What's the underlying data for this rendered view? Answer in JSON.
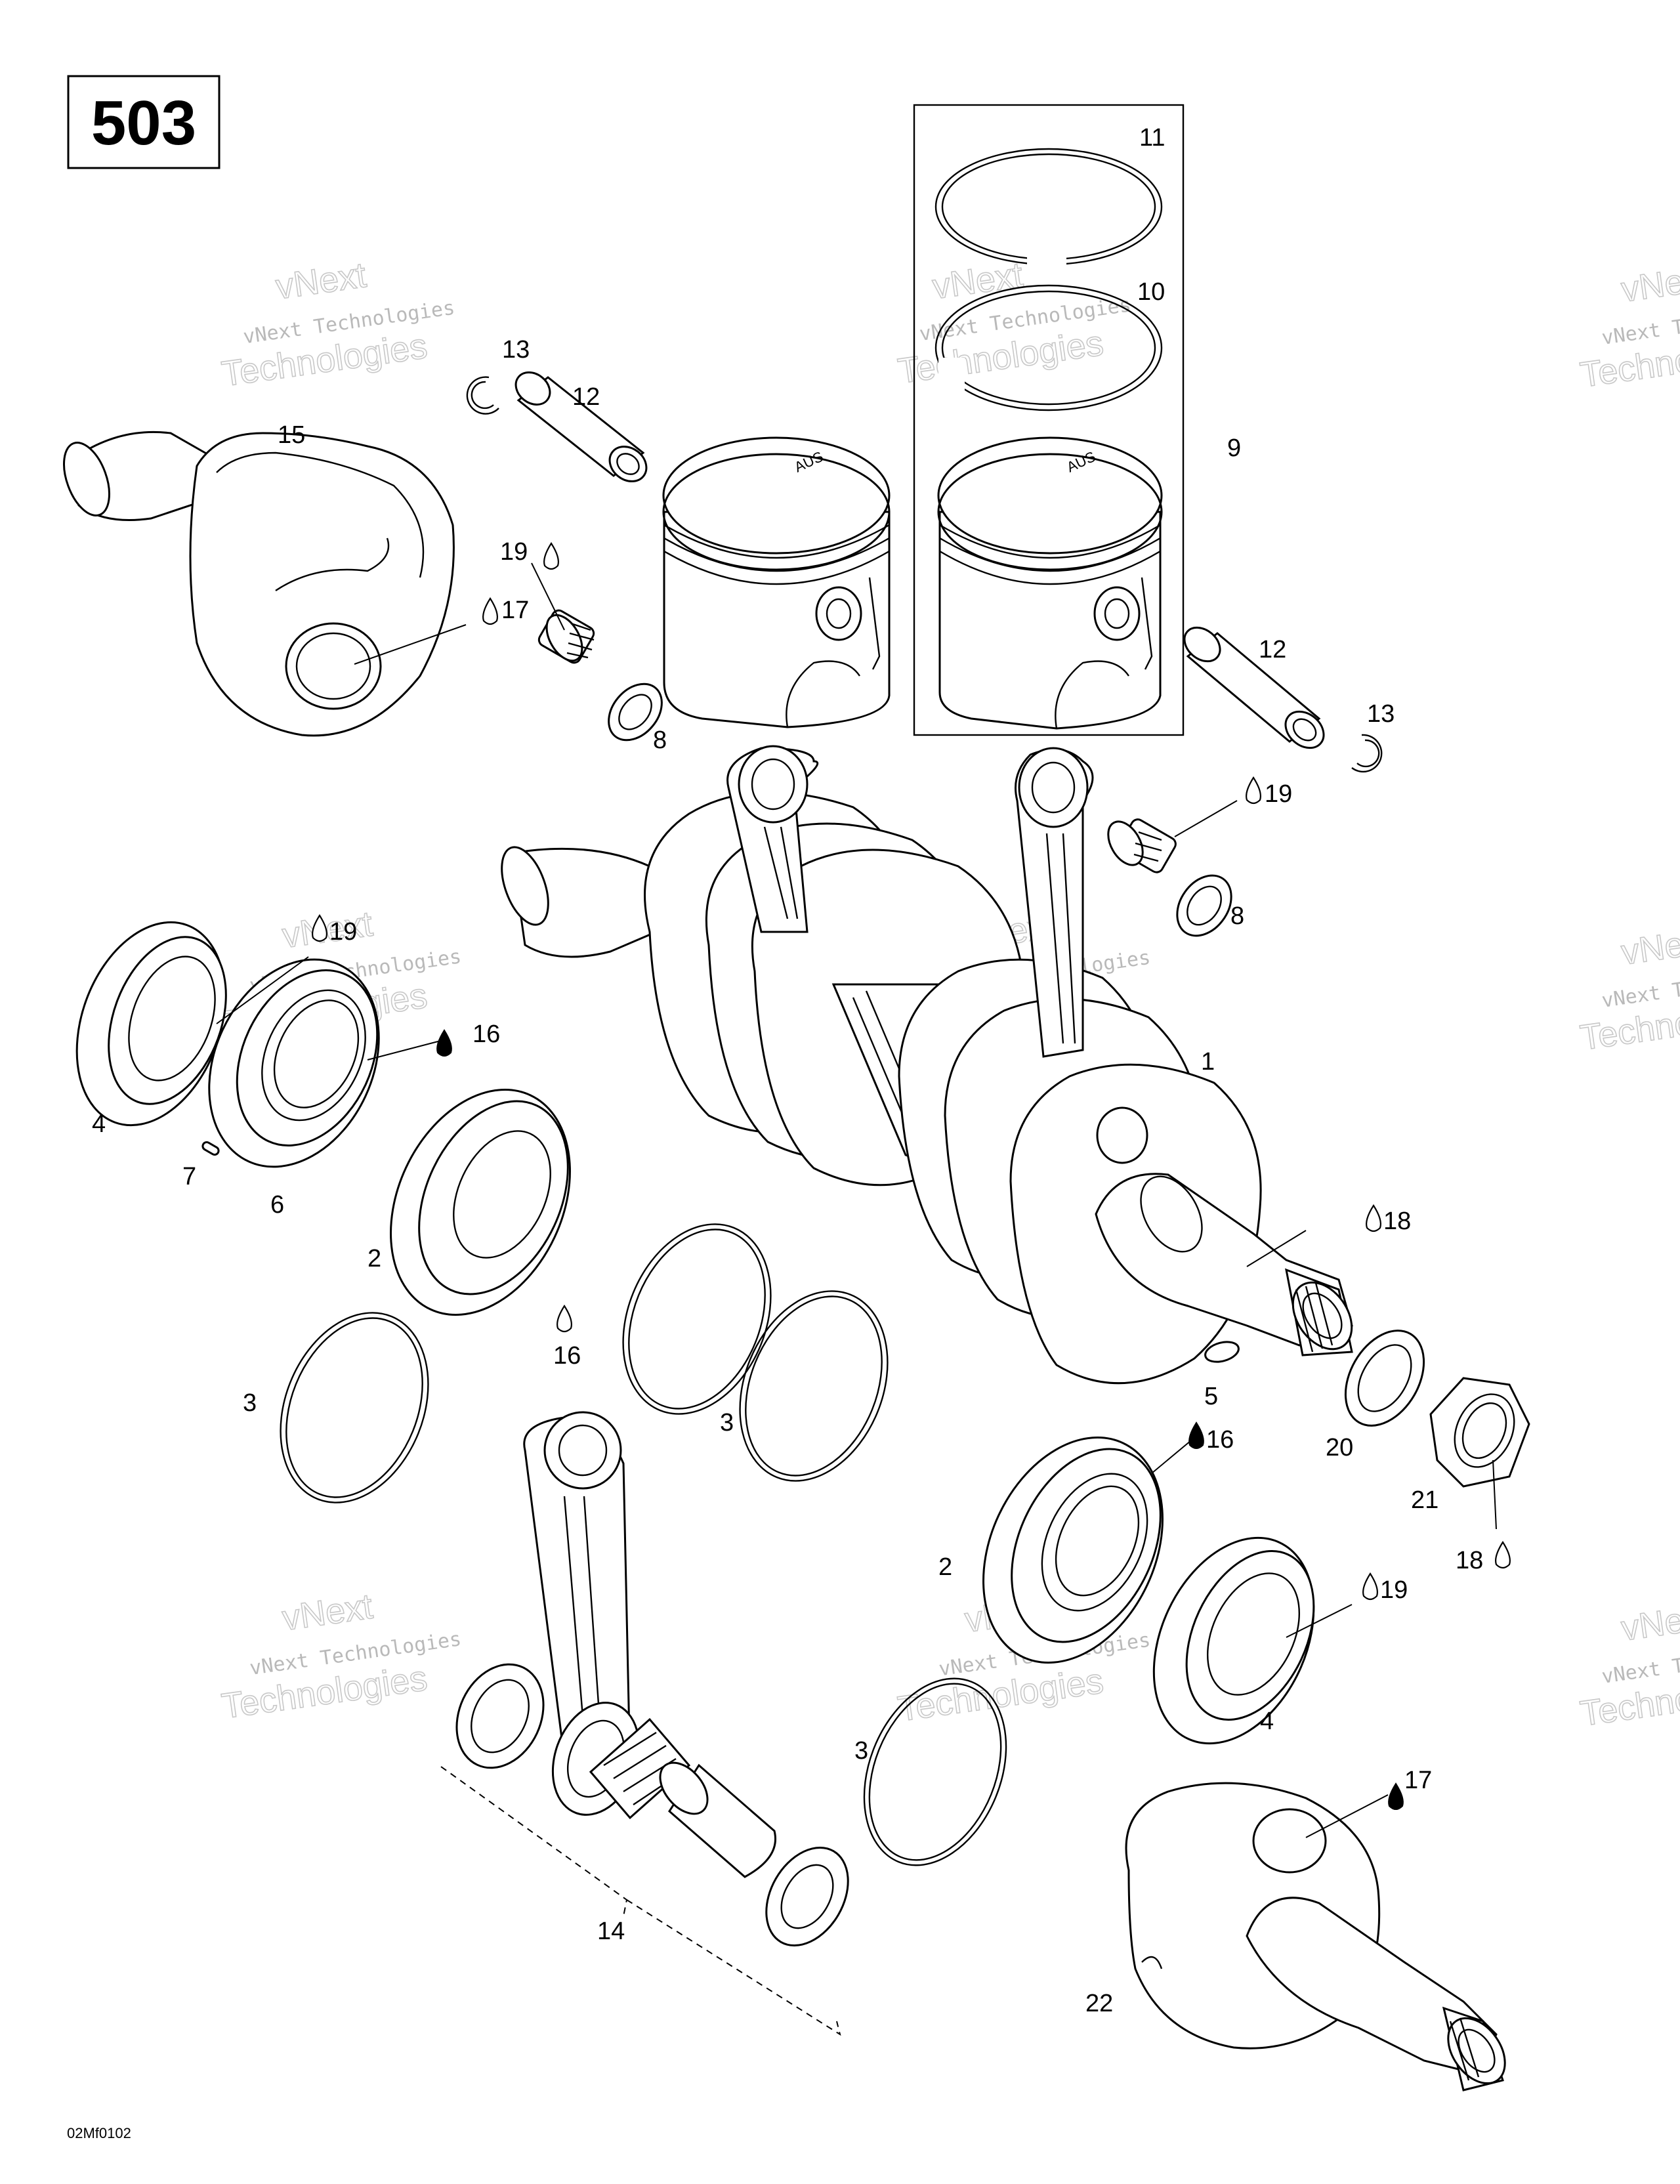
{
  "diagram": {
    "section_number": "503",
    "drawing_code": "02Mf0102",
    "watermark": {
      "line1": "vNext Technologies",
      "line2": "Technologies",
      "line3": "vNext"
    },
    "callouts": [
      {
        "id": "c1",
        "label": "1"
      },
      {
        "id": "c2a",
        "label": "2"
      },
      {
        "id": "c2b",
        "label": "2"
      },
      {
        "id": "c3a",
        "label": "3"
      },
      {
        "id": "c3b",
        "label": "3"
      },
      {
        "id": "c3c",
        "label": "3"
      },
      {
        "id": "c4a",
        "label": "4"
      },
      {
        "id": "c4b",
        "label": "4"
      },
      {
        "id": "c5",
        "label": "5"
      },
      {
        "id": "c6",
        "label": "6"
      },
      {
        "id": "c7",
        "label": "7"
      },
      {
        "id": "c8a",
        "label": "8"
      },
      {
        "id": "c8b",
        "label": "8"
      },
      {
        "id": "c9",
        "label": "9"
      },
      {
        "id": "c10",
        "label": "10"
      },
      {
        "id": "c11",
        "label": "11"
      },
      {
        "id": "c12a",
        "label": "12"
      },
      {
        "id": "c12b",
        "label": "12"
      },
      {
        "id": "c13a",
        "label": "13"
      },
      {
        "id": "c13b",
        "label": "13"
      },
      {
        "id": "c14",
        "label": "14"
      },
      {
        "id": "c15",
        "label": "15"
      },
      {
        "id": "c16a",
        "label": "16"
      },
      {
        "id": "c16b",
        "label": "16"
      },
      {
        "id": "c16c",
        "label": "16"
      },
      {
        "id": "c17a",
        "label": "17"
      },
      {
        "id": "c17b",
        "label": "17"
      },
      {
        "id": "c18a",
        "label": "18"
      },
      {
        "id": "c18b",
        "label": "18"
      },
      {
        "id": "c19a",
        "label": "19"
      },
      {
        "id": "c19b",
        "label": "19"
      },
      {
        "id": "c19c",
        "label": "19"
      },
      {
        "id": "c19d",
        "label": "19"
      },
      {
        "id": "c20",
        "label": "20"
      },
      {
        "id": "c21",
        "label": "21"
      },
      {
        "id": "c22",
        "label": "22"
      }
    ],
    "piston_marking": "AUS"
  }
}
